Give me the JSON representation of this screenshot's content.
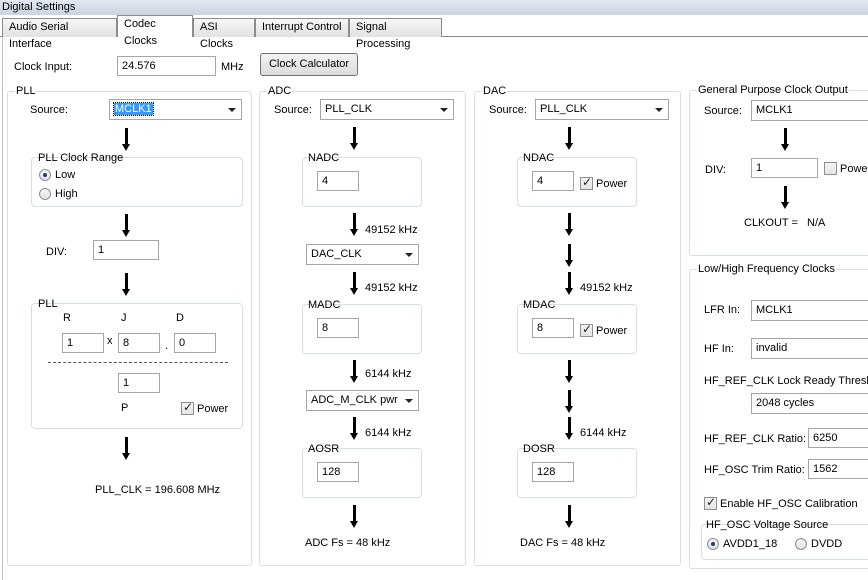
{
  "window": {
    "title": "Digital Settings"
  },
  "tabs": [
    "Audio Serial Interface",
    "Codec Clocks",
    "ASI Clocks",
    "Interrupt Control",
    "Signal Processing"
  ],
  "clock_input": {
    "label": "Clock Input:",
    "value": "24.576",
    "unit": "MHz",
    "calc_button": "Clock Calculator"
  },
  "pll": {
    "title": "PLL",
    "source_label": "Source:",
    "source_value": "MCLK1",
    "range_title": "PLL Clock Range",
    "range_low": "Low",
    "range_high": "High",
    "div_label": "DIV:",
    "div_value": "1",
    "box_title": "PLL",
    "r_label": "R",
    "j_label": "J",
    "d_label": "D",
    "r_value": "1",
    "x_sign": "x",
    "j_value": "8",
    "dot": ".",
    "d_value": "0",
    "p_value": "1",
    "p_label": "P",
    "power_label": "Power",
    "output": "PLL_CLK =  196.608 MHz"
  },
  "adc": {
    "title": "ADC",
    "source_label": "Source:",
    "source_value": "PLL_CLK",
    "nadc_label": "NADC",
    "nadc_value": "4",
    "freq1": "49152 kHz",
    "mux_value": "DAC_CLK",
    "freq2": "49152 kHz",
    "madc_label": "MADC",
    "madc_value": "8",
    "freq3": "6144 kHz",
    "mux2_value": "ADC_M_CLK pwr",
    "freq4": "6144 kHz",
    "aosr_label": "AOSR",
    "aosr_value": "128",
    "output": "ADC Fs = 48 kHz"
  },
  "dac": {
    "title": "DAC",
    "source_label": "Source:",
    "source_value": "PLL_CLK",
    "ndac_label": "NDAC",
    "ndac_value": "4",
    "power_label": "Power",
    "freq1": "49152 kHz",
    "mdac_label": "MDAC",
    "mdac_value": "8",
    "power2_label": "Power",
    "freq2": "6144 kHz",
    "dosr_label": "DOSR",
    "dosr_value": "128",
    "output": "DAC Fs = 48 kHz"
  },
  "gpco": {
    "title": "General Purpose Clock Output",
    "source_label": "Source:",
    "source_value": "MCLK1",
    "div_label": "DIV:",
    "div_value": "1",
    "power_label": "Power",
    "clkout_label": "CLKOUT =",
    "clkout_value": "N/A"
  },
  "lhf": {
    "title": "Low/High  Frequency Clocks",
    "lfr_label": "LFR In:",
    "lfr_value": "MCLK1",
    "hf_label": "HF In:",
    "hf_value": "invalid",
    "lock_label": "HF_REF_CLK Lock Ready Threshold",
    "lock_value": "2048 cycles",
    "ratio_label": "HF_REF_CLK Ratio:",
    "ratio_value": "6250",
    "trim_label": "HF_OSC Trim Ratio:",
    "trim_value": "1562",
    "enable_label": "Enable HF_OSC Calibration",
    "vsrc_title": "HF_OSC Voltage Source",
    "vsrc_opt1": "AVDD1_18",
    "vsrc_opt2": "DVDD"
  }
}
